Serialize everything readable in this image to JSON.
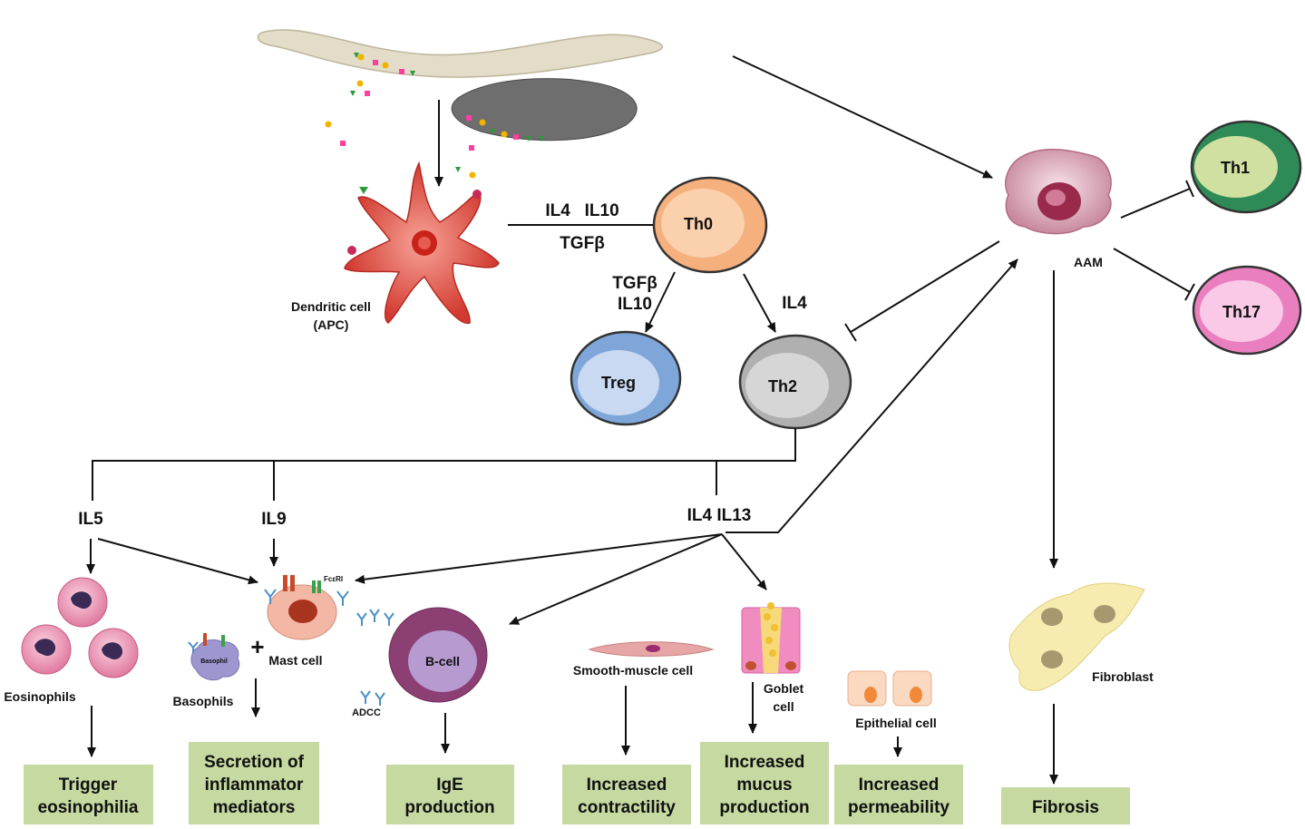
{
  "cells": {
    "dendritic": [
      "Dendritic cell",
      "(APC)"
    ],
    "th0": "Th0",
    "treg": "Treg",
    "th2": "Th2",
    "th1": "Th1",
    "th17": "Th17",
    "aam": "AAM",
    "eosinophils": "Eosinophils",
    "basophils": "Basophils",
    "basophil_mini": "Basophil",
    "mast_cell": "Mast cell",
    "fceri": "FcεRI",
    "b_cell": "B-cell",
    "adcc": "ADCC",
    "smooth_muscle": "Smooth-muscle cell",
    "goblet": [
      "Goblet",
      "cell"
    ],
    "epithelial": "Epithelial cell",
    "fibroblast": "Fibroblast"
  },
  "cytokines": {
    "il4_il10": "IL4   IL10",
    "tgfb": "TGFβ",
    "tgfb_il10": [
      "TGFβ",
      "IL10"
    ],
    "il4": "IL4",
    "il5": "IL5",
    "il9": "IL9",
    "il4_il13": "IL4 IL13"
  },
  "plus": "+",
  "outcomes": {
    "eosinophilia": [
      "Trigger",
      "eosinophilia"
    ],
    "secretion": [
      "Secretion of",
      "inflammator",
      "mediators"
    ],
    "ige": [
      "IgE",
      "production"
    ],
    "contractility": [
      "Increased",
      "contractility"
    ],
    "mucus": [
      "Increased",
      "mucus",
      "production"
    ],
    "permeability": [
      "Increased",
      "permeability"
    ],
    "fibrosis": [
      "Fibrosis"
    ]
  },
  "colors": {
    "outcome_box": "#c5d9a1",
    "dendritic": "#d9463c",
    "th0": "#f5b07e",
    "treg": "#7fa6d9",
    "th2": "#b0b0b0",
    "th1_outer": "#2e8b57",
    "th1_inner": "#cfe0a0",
    "th17_outer": "#ea7fc0",
    "th17_inner": "#fbc9e8",
    "aam": "#c07a90",
    "b_cell_outer": "#8c3f73",
    "b_cell_inner": "#b79ad0"
  }
}
